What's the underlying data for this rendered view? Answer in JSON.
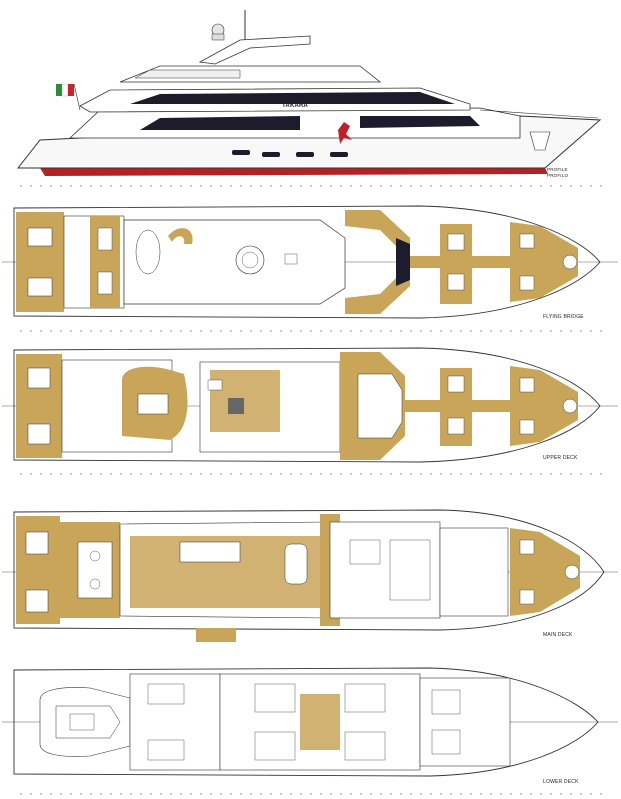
{
  "profile": {
    "yacht_name": "TAKARA",
    "label_line1": "PROFILE",
    "label_line2": "PROFILO"
  },
  "decks": [
    {
      "key": "flying",
      "label": "FLYING BRIDGE"
    },
    {
      "key": "upper",
      "label": "UPPER DECK"
    },
    {
      "key": "main",
      "label": "MAIN DECK"
    },
    {
      "key": "lower",
      "label": "LOWER DECK"
    }
  ],
  "colors": {
    "teak": "#c9a55a",
    "hull_stripe": "#b22222",
    "glazing": "#1c1c2c",
    "flag_green": "#2e8b3a",
    "flag_red": "#d0202a"
  }
}
